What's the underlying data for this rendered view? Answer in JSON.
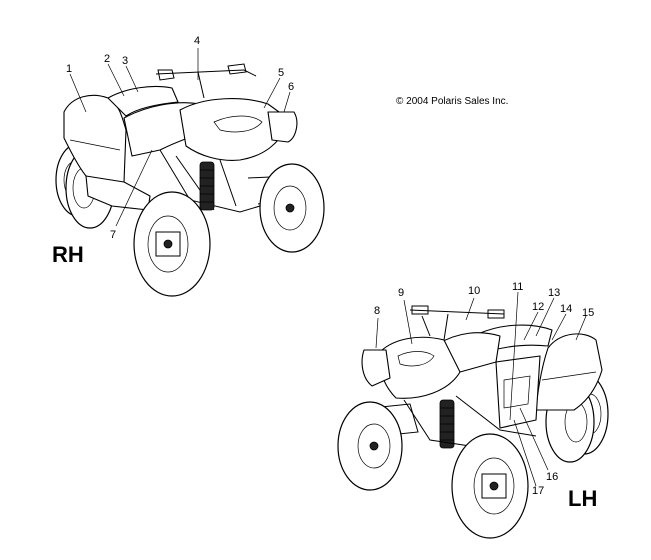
{
  "copyright": "© 2004 Polaris Sales Inc.",
  "views": {
    "rh": {
      "label": "RH"
    },
    "lh": {
      "label": "LH"
    }
  },
  "callouts": {
    "c1": "1",
    "c2": "2",
    "c3": "3",
    "c4": "4",
    "c5": "5",
    "c6": "6",
    "c7": "7",
    "c8": "8",
    "c9": "9",
    "c10": "10",
    "c11": "11",
    "c12": "12",
    "c13": "13",
    "c14": "14",
    "c15": "15",
    "c16": "16",
    "c17": "17"
  }
}
